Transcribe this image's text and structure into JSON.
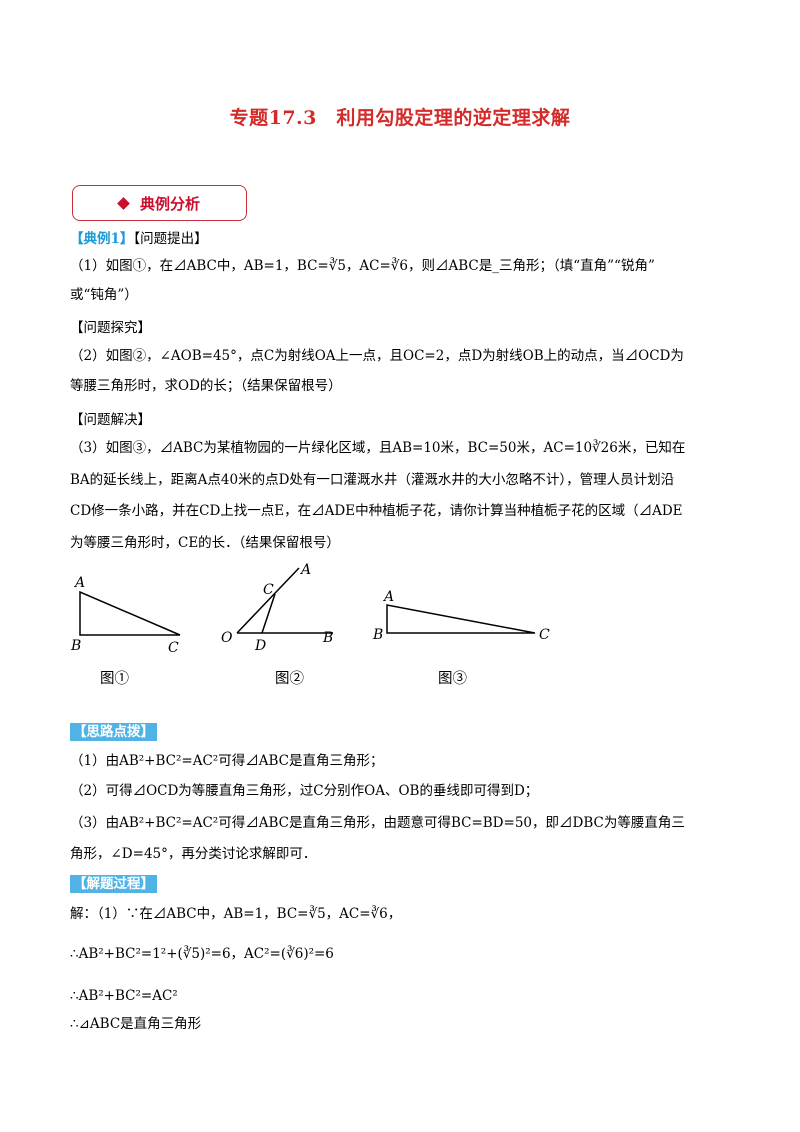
{
  "title": "专题17.3　利用勾股定理的逆定理求解",
  "section": {
    "label": "典例分析",
    "icon": "diamond-icon"
  },
  "example": {
    "tag": "【典例1】",
    "q_tag": "【问题提出】",
    "q1_l1": "（1）如图①，在⊿ABC中，AB=1，BC=∛5，AC=∛6，则⊿ABC是_三角形；（填“直角”“锐角”",
    "q1_l2": "或“钝角”）",
    "explore_tag": "【问题探究】",
    "q2_l1": "（2）如图②，∠AOB=45°，点C为射线OA上一点，且OC=2，点D为射线OB上的动点，当⊿OCD为",
    "q2_l2": "等腰三角形时，求OD的长；（结果保留根号）",
    "solve_tag": "【问题解决】",
    "q3_l1": "（3）如图③，⊿ABC为某植物园的一片绿化区域，且AB=10米，BC=50米，AC=10∛26米，已知在",
    "q3_l2": "BA的延长线上，距离A点40米的点D处有一口灌溉水井（灌溉水井的大小忽略不计），管理人员计划沿",
    "q3_l3": "CD修一条小路，并在CD上找一点E，在⊿ADE中种植栀子花，请你计算当种植栀子花的区域（⊿ADE",
    "q3_l4": "为等腰三角形时，CE的长．（结果保留根号）"
  },
  "figures": {
    "fig1": {
      "caption": "图①",
      "labels": {
        "A": "A",
        "B": "B",
        "C": "C"
      }
    },
    "fig2": {
      "caption": "图②",
      "labels": {
        "A": "A",
        "C": "C",
        "O": "O",
        "D": "D",
        "B": "B"
      }
    },
    "fig3": {
      "caption": "图③",
      "labels": {
        "A": "A",
        "B": "B",
        "C": "C"
      }
    }
  },
  "hints": {
    "tag": "【思路点拨】",
    "h1": "（1）由AB²+BC²=AC²可得⊿ABC是直角三角形；",
    "h2": "（2）可得⊿OCD为等腰直角三角形，过C分别作OA、OB的垂线即可得到D；",
    "h3_l1": "（3）由AB²+BC²=AC²可得⊿ABC是直角三角形，由题意可得BC=BD=50，即⊿DBC为等腰直角三",
    "h3_l2": "角形，∠D=45°，再分类讨论求解即可．"
  },
  "solution": {
    "tag": "【解题过程】",
    "s1": "解：（1）∵在⊿ABC中，AB=1，BC=∛5，AC=∛6，",
    "s2": "∴AB²+BC²=1²+(∛5)²=6，AC²=(∛6)²=6",
    "s3": "∴AB²+BC²=AC²",
    "s4": "∴⊿ABC是直角三角形"
  }
}
